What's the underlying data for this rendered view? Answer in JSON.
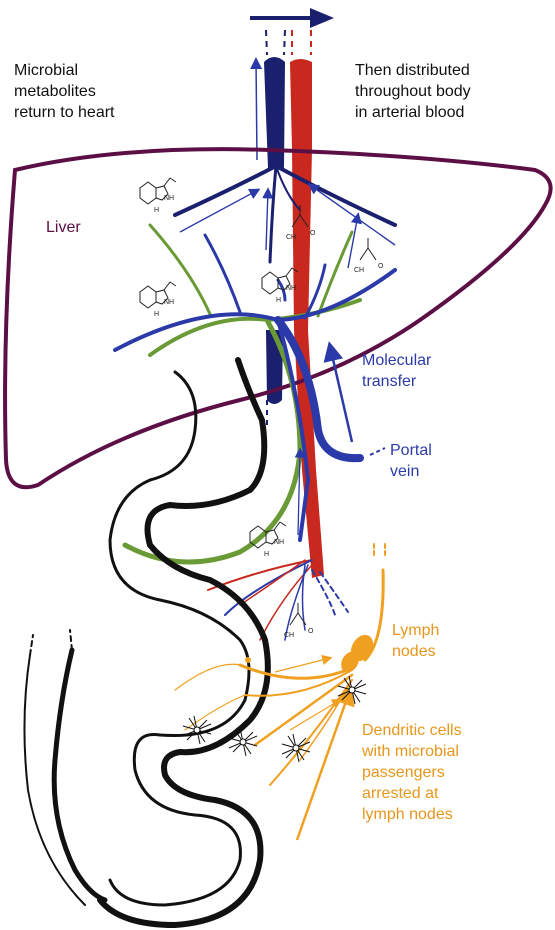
{
  "labels": {
    "return_to_heart": [
      "Microbial",
      "metabolites",
      "return to heart"
    ],
    "distributed": [
      "Then distributed",
      "throughout body",
      "in arterial blood"
    ],
    "liver": "Liver",
    "molecular_transfer": [
      "Molecular",
      "transfer"
    ],
    "portal_vein": [
      "Portal",
      "vein"
    ],
    "lymph_nodes": [
      "Lymph",
      "nodes"
    ],
    "dendritic_cells": [
      "Dendritic cells",
      "with microbial",
      "passengers",
      "arrested at",
      "lymph nodes"
    ]
  },
  "chem_text": {
    "nh": "NH",
    "h": "H",
    "o": "O",
    "oh": "O",
    "ch3": "CH",
    "sub3": "3"
  },
  "colors": {
    "vein": "#1a1f6e",
    "artery": "#c8281e",
    "portal": "#2b3aa8",
    "liver": "#5c0f45",
    "green": "#6a9a35",
    "lymph": "#f0a020",
    "gut": "#111111",
    "text_blue": "#2b3aa8",
    "text_orange": "#e8961c",
    "text_liver": "#5c0f45",
    "text_dark": "#111111"
  }
}
